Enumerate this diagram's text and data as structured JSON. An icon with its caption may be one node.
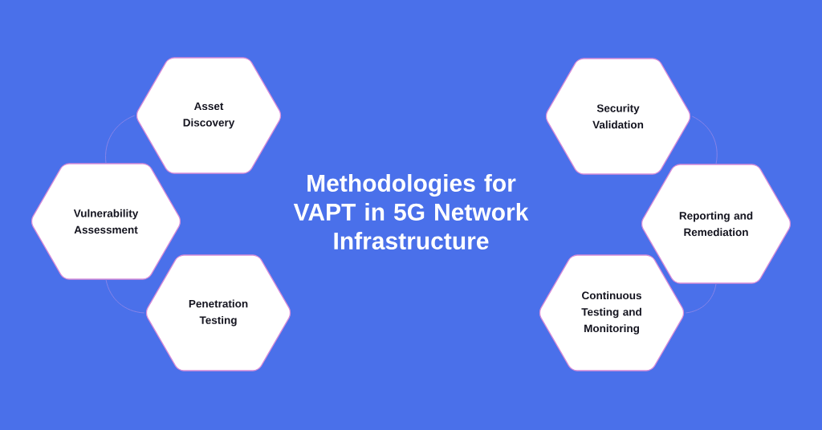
{
  "diagram": {
    "title": "Methodologies for VAPT in 5G Network Infrastructure",
    "nodes": [
      {
        "text": [
          "Asset Discovery"
        ]
      },
      {
        "text": [
          "Vulnerability Assessment"
        ]
      },
      {
        "text": [
          "Penetration Testing"
        ]
      },
      {
        "text": [
          "Security Validation"
        ]
      },
      {
        "text": [
          "Reporting and Remediation"
        ]
      },
      {
        "text": [
          "Continuous Testing and Monitoring"
        ]
      }
    ],
    "edges": [
      {
        "from": 0,
        "to": 1,
        "arrow": "none"
      },
      {
        "from": 1,
        "to": 2,
        "arrow": "none"
      },
      {
        "from": 3,
        "to": 4,
        "arrow": "none"
      },
      {
        "from": 4,
        "to": 5,
        "arrow": "none"
      }
    ]
  }
}
